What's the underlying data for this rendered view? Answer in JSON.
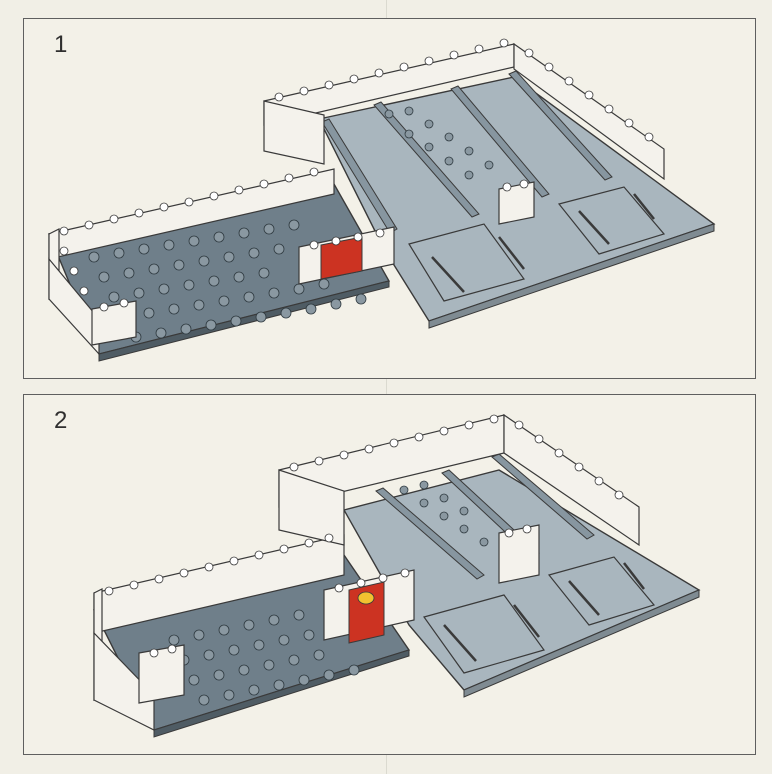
{
  "steps": [
    {
      "number": "1",
      "illustration": "lego-garage-baseplate-step-1",
      "sign_color": "#cc3322"
    },
    {
      "number": "2",
      "illustration": "lego-garage-baseplate-step-2",
      "sign_color": "#cc3322"
    }
  ],
  "colors": {
    "baseplate": "#6f7f8a",
    "road_plate": "#a9b6be",
    "brick_white": "#f4f2ec",
    "outline": "#3a3a3a"
  }
}
